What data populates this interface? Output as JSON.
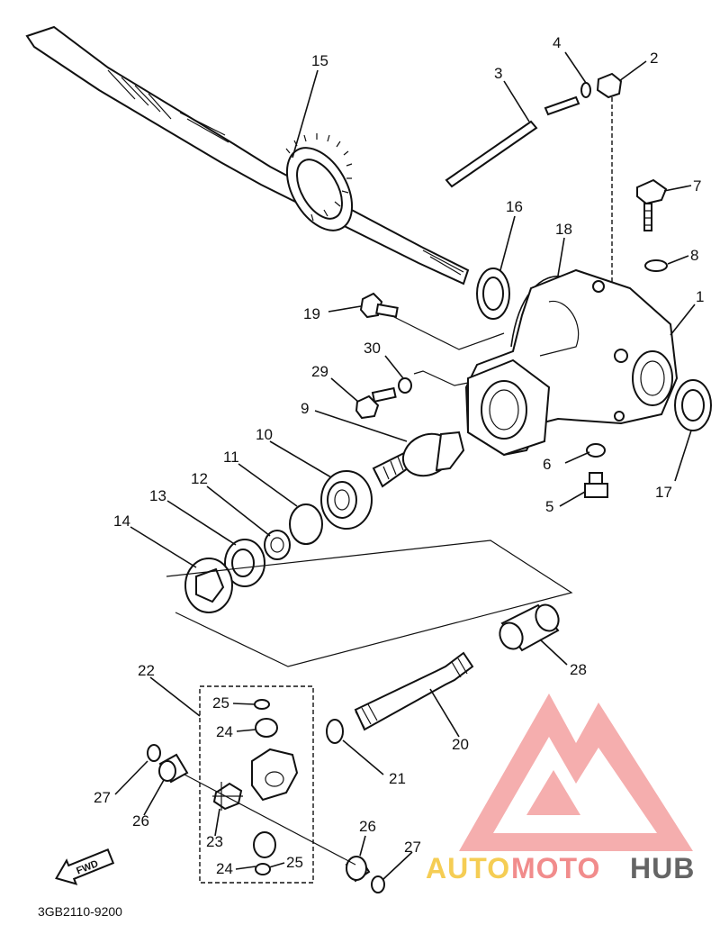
{
  "diagram": {
    "drawing_code": "3GB2110-9200",
    "fwd_label": "FWD",
    "part_numbers": [
      "1",
      "2",
      "3",
      "4",
      "5",
      "6",
      "7",
      "8",
      "9",
      "10",
      "11",
      "12",
      "13",
      "14",
      "15",
      "16",
      "17",
      "18",
      "19",
      "20",
      "21",
      "22",
      "23",
      "24",
      "25",
      "26",
      "27",
      "28",
      "29",
      "30"
    ],
    "labels": [
      {
        "id": "l15",
        "text": "15"
      },
      {
        "id": "l4",
        "text": "4"
      },
      {
        "id": "l2",
        "text": "2"
      },
      {
        "id": "l3",
        "text": "3"
      },
      {
        "id": "l7",
        "text": "7"
      },
      {
        "id": "l8",
        "text": "8"
      },
      {
        "id": "l16",
        "text": "16"
      },
      {
        "id": "l18",
        "text": "18"
      },
      {
        "id": "l1",
        "text": "1"
      },
      {
        "id": "l19",
        "text": "19"
      },
      {
        "id": "l30",
        "text": "30"
      },
      {
        "id": "l29",
        "text": "29"
      },
      {
        "id": "l9",
        "text": "9"
      },
      {
        "id": "l10",
        "text": "10"
      },
      {
        "id": "l11",
        "text": "11"
      },
      {
        "id": "l12",
        "text": "12"
      },
      {
        "id": "l13",
        "text": "13"
      },
      {
        "id": "l14",
        "text": "14"
      },
      {
        "id": "l6",
        "text": "6"
      },
      {
        "id": "l5",
        "text": "5"
      },
      {
        "id": "l17",
        "text": "17"
      },
      {
        "id": "l28",
        "text": "28"
      },
      {
        "id": "l22",
        "text": "22"
      },
      {
        "id": "l25a",
        "text": "25"
      },
      {
        "id": "l24a",
        "text": "24"
      },
      {
        "id": "l20",
        "text": "20"
      },
      {
        "id": "l21",
        "text": "21"
      },
      {
        "id": "l27a",
        "text": "27"
      },
      {
        "id": "l26a",
        "text": "26"
      },
      {
        "id": "l23",
        "text": "23"
      },
      {
        "id": "l26b",
        "text": "26"
      },
      {
        "id": "l27b",
        "text": "27"
      },
      {
        "id": "l24b",
        "text": "24"
      },
      {
        "id": "l25b",
        "text": "25"
      }
    ]
  },
  "watermark": {
    "text_auto": "AUTO",
    "text_moto": "MOTO",
    "text_hub": "HUB",
    "color_primary": "#f08080",
    "color_accent": "#f5c842",
    "color_dark": "#555555"
  }
}
